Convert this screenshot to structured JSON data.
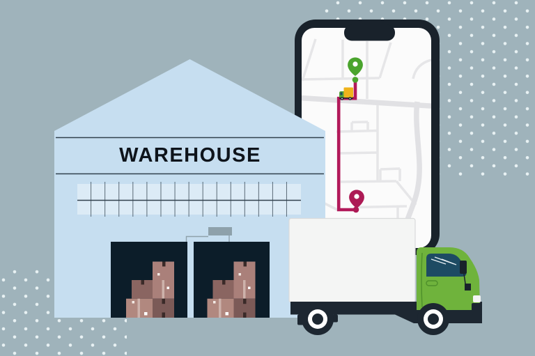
{
  "illustration": {
    "warehouse": {
      "sign": "WAREHOUSE",
      "garage_door_count": 2,
      "boxes_per_door": 5,
      "window_columns": 16,
      "window_rows": 2
    },
    "map": {
      "pickup_pin": "green-location-pin",
      "destination_pin": "maroon-location-pin",
      "vehicle_marker": "mini-delivery-truck-icon",
      "route_turns": 4
    },
    "truck": {
      "wheel_count": 2,
      "cargo": "white-box",
      "cab": "green"
    }
  },
  "colors": {
    "background": "#9fb3bb",
    "dots": "#e8f1f3",
    "building": "#c6def0",
    "windows": "#dcebf6",
    "lineDark": "#31414d",
    "textDark": "#0e141b",
    "door": "#0c1d29",
    "connector": "#8ea1ab",
    "boxLight": "#aa807a",
    "boxMid": "#8a6561",
    "boxDark": "#7b5a57",
    "boxPale": "#b1887f",
    "tapeLight": "#cdb2ab",
    "tapeDark": "#3a2a28",
    "sticker": "#f4ece7",
    "phoneFrame": "#19222b",
    "screen": "#fbfbfb",
    "street": "#e6e6e8",
    "streetThick": "#e1e1e4",
    "route": "#b2195a",
    "pinGreen": "#4aa42d",
    "pinRed": "#ad1a55",
    "truckGreen": "#6fb33c",
    "cabSeam": "#4e8f2b",
    "truckWhite": "#f4f5f4",
    "cargoEdge": "#d9dadb",
    "chassis": "#1d2731",
    "glass": "#1d4b63",
    "glassStreak": "#e8f0f4",
    "mapTruckYellow": "#efb31b",
    "mapTruckGreen": "#58a73a",
    "white": "#ffffff"
  }
}
